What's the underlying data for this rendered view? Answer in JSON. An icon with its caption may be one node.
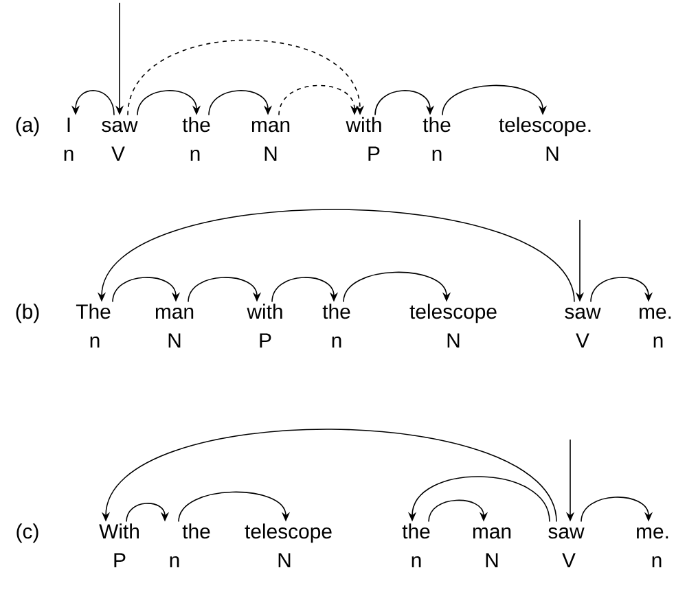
{
  "diagram": {
    "nodes": [
      {
        "text": [
          "I"
        ],
        "beside": [
          "n"
        ]
      },
      {
        "text": [
          "saw"
        ],
        "beside": [
          "V"
        ]
      },
      {
        "text": [
          "the"
        ],
        "beside": [
          "n"
        ]
      },
      {
        "text": [
          "man"
        ],
        "beside": [
          "N"
        ]
      },
      {
        "text": [
          "with"
        ],
        "beside": [
          "P"
        ]
      },
      {
        "text": [
          "the"
        ],
        "beside": [
          "n"
        ]
      },
      {
        "text": [
          "telescope."
        ],
        "beside": [
          "N"
        ]
      },
      {
        "text": [
          "The"
        ],
        "beside": [
          "n"
        ]
      },
      {
        "text": [
          "man"
        ],
        "beside": [
          "N"
        ]
      },
      {
        "text": [
          "with"
        ],
        "beside": [
          "P"
        ]
      },
      {
        "text": [
          "the"
        ],
        "beside": [
          "n"
        ]
      },
      {
        "text": [
          "telescope"
        ],
        "beside": [
          "N"
        ]
      },
      {
        "text": [
          "saw"
        ],
        "beside": [
          "V"
        ]
      },
      {
        "text": [
          "me."
        ],
        "beside": [
          "n"
        ]
      },
      {
        "text": [
          "With"
        ],
        "beside": [
          "P"
        ]
      },
      {
        "text": [
          "the"
        ],
        "beside": [
          "n"
        ]
      },
      {
        "text": [
          "telescope"
        ],
        "beside": [
          "N"
        ]
      },
      {
        "text": [
          "the"
        ],
        "beside": [
          "n"
        ]
      },
      {
        "text": [
          "man"
        ],
        "beside": [
          "N"
        ]
      },
      {
        "text": [
          "saw"
        ],
        "beside": [
          "V"
        ]
      },
      {
        "text": [
          "me."
        ],
        "beside": [
          "n"
        ]
      }
    ],
    "edges": [
      {
        "from": null,
        "to": 1,
        "arrow": "to"
      },
      {
        "from": 1,
        "to": 0,
        "arrow": "to"
      },
      {
        "from": 1,
        "to": 2,
        "arrow": "to"
      },
      {
        "from": 2,
        "to": 3,
        "arrow": "to"
      },
      {
        "from": 1,
        "to": 4,
        "arrow": "to",
        "style": "dashed"
      },
      {
        "from": 3,
        "to": 4,
        "arrow": "to",
        "style": "dashed"
      },
      {
        "from": 4,
        "to": 5,
        "arrow": "to"
      },
      {
        "from": 5,
        "to": 6,
        "arrow": "to"
      },
      {
        "from": null,
        "to": 12,
        "arrow": "to"
      },
      {
        "from": 12,
        "to": 7,
        "arrow": "to"
      },
      {
        "from": 7,
        "to": 8,
        "arrow": "to"
      },
      {
        "from": 8,
        "to": 9,
        "arrow": "to"
      },
      {
        "from": 9,
        "to": 10,
        "arrow": "to"
      },
      {
        "from": 10,
        "to": 11,
        "arrow": "to"
      },
      {
        "from": 12,
        "to": 13,
        "arrow": "to"
      },
      {
        "from": null,
        "to": 19,
        "arrow": "to"
      },
      {
        "from": 19,
        "to": 14,
        "arrow": "to"
      },
      {
        "from": 14,
        "to": 15,
        "arrow": "to"
      },
      {
        "from": 15,
        "to": 16,
        "arrow": "to"
      },
      {
        "from": 19,
        "to": 17,
        "arrow": "to"
      },
      {
        "from": 17,
        "to": 18,
        "arrow": "to"
      },
      {
        "from": 19,
        "to": 20,
        "arrow": "to"
      }
    ],
    "labels": [
      "(a)",
      "(b)",
      "(c)"
    ]
  }
}
